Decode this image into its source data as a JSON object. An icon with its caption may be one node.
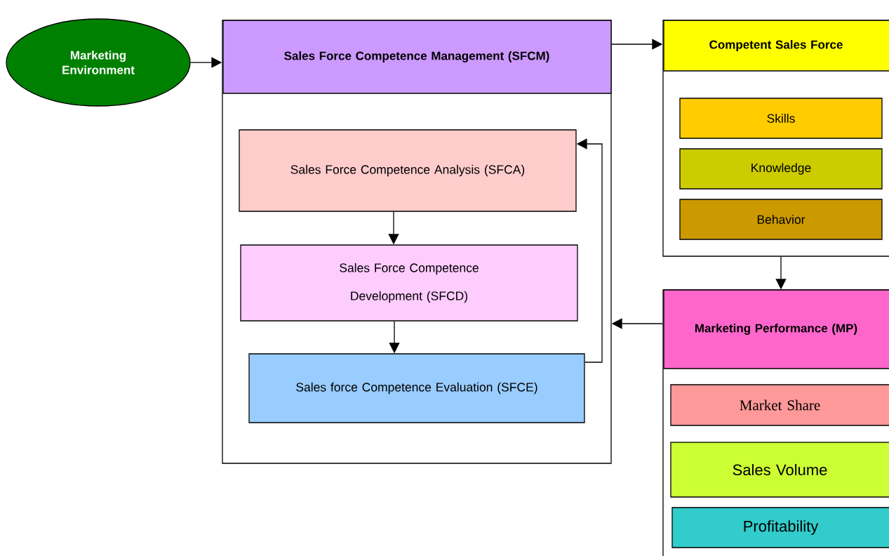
{
  "diagram": {
    "nodes": [
      {
        "text": [
          "Marketing Environment"
        ]
      },
      {
        "text": [
          "Sales Force Competence Management (SFCM)"
        ]
      },
      {
        "text": [
          "Sales Force Competence Analysis (SFCA)"
        ],
        "in": 1
      },
      {
        "text": [
          "Sales Force Competence Development (SFCD)"
        ],
        "in": 1
      },
      {
        "text": [
          "Sales force Competence Evaluation (SFCE)"
        ],
        "in": 1
      },
      {
        "text": [
          "Competent Sales Force"
        ]
      },
      {
        "text": [
          "Skills"
        ],
        "in": 5
      },
      {
        "text": [
          "Knowledge"
        ],
        "in": 5
      },
      {
        "text": [
          "Behavior"
        ],
        "in": 5
      },
      {
        "text": [
          "Marketing Performance (MP)"
        ]
      },
      {
        "text": [
          "Market Share"
        ],
        "in": 9
      },
      {
        "text": [
          "Sales Volume"
        ],
        "in": 9
      },
      {
        "text": [
          "Profitability"
        ],
        "in": 9
      }
    ],
    "edges": [
      {
        "from": 0,
        "to": 1,
        "arrow": "to"
      },
      {
        "from": 1,
        "to": 5,
        "arrow": "to"
      },
      {
        "from": 2,
        "to": 3,
        "arrow": "to"
      },
      {
        "from": 3,
        "to": 4,
        "arrow": "to"
      },
      {
        "from": 4,
        "to": 2,
        "arrow": "to"
      },
      {
        "from": 5,
        "to": 9,
        "arrow": "to"
      },
      {
        "from": 9,
        "to": 1,
        "arrow": "to"
      }
    ]
  }
}
